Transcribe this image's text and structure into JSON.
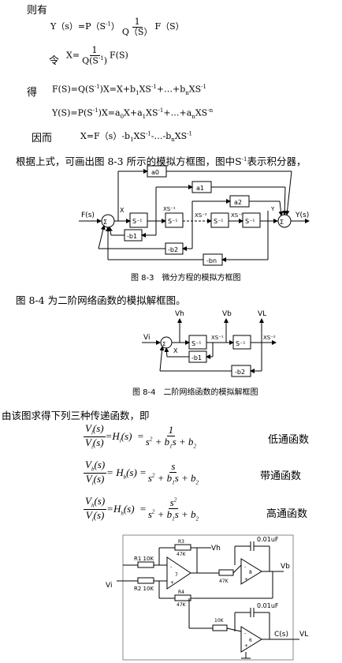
{
  "text": {
    "zeyou": "则有",
    "ling": "令",
    "de": "得",
    "yiner": "因而",
    "paragraph": "根据上式，可画出图 8-3 所示的模拟方框图，图中S",
    "paragraph_sup": "-1",
    "paragraph_end": "表示积分器，",
    "fig84_intro": "图 8-4 为二阶网络函数的模拟解框图。",
    "transfer_intro": "由该图求得下列三种传递函数，即"
  },
  "captions": {
    "fig83": "图 8-3　微分方程的模拟方框图",
    "fig84": "图 8-4　二阶网络函数的模拟解框图"
  },
  "filters": {
    "lowpass": "低通函数",
    "bandpass": "带通函数",
    "highpass": "高通函数"
  },
  "diagram83": {
    "input": "F(s)",
    "output": "Y(s)",
    "integrator": "S⁻¹",
    "x": "X",
    "xs1": "XS⁻¹",
    "xs2": "XS⁻²",
    "xsn": "XS⁻ⁿ",
    "y": "Y",
    "a0": "a0",
    "a1": "a1",
    "a2": "a2",
    "b1": "-b1",
    "b2": "-b2",
    "bn": "-bn"
  },
  "diagram84": {
    "vi": "Vi",
    "vh": "Vh",
    "vb": "Vb",
    "vl": "VL",
    "x": "X",
    "xs1": "XS⁻¹",
    "xs2": "XS⁻²",
    "integrator": "S⁻¹",
    "b1": "-b1",
    "b2": "-b2"
  },
  "circuit": {
    "r1": "R1 10K",
    "r2": "R2 10K",
    "r3": "R3",
    "r3v": "47K",
    "r4": "R4",
    "r4v": "47K",
    "r5": "47K",
    "r6": "10K",
    "c1": "0.01uF",
    "c2": "0.01uF",
    "vh": "Vh",
    "vb": "Vb",
    "cs": "C(s)",
    "vl": "VL",
    "vi": "Vi",
    "op1": "7",
    "op2": "8",
    "op3": "6"
  }
}
